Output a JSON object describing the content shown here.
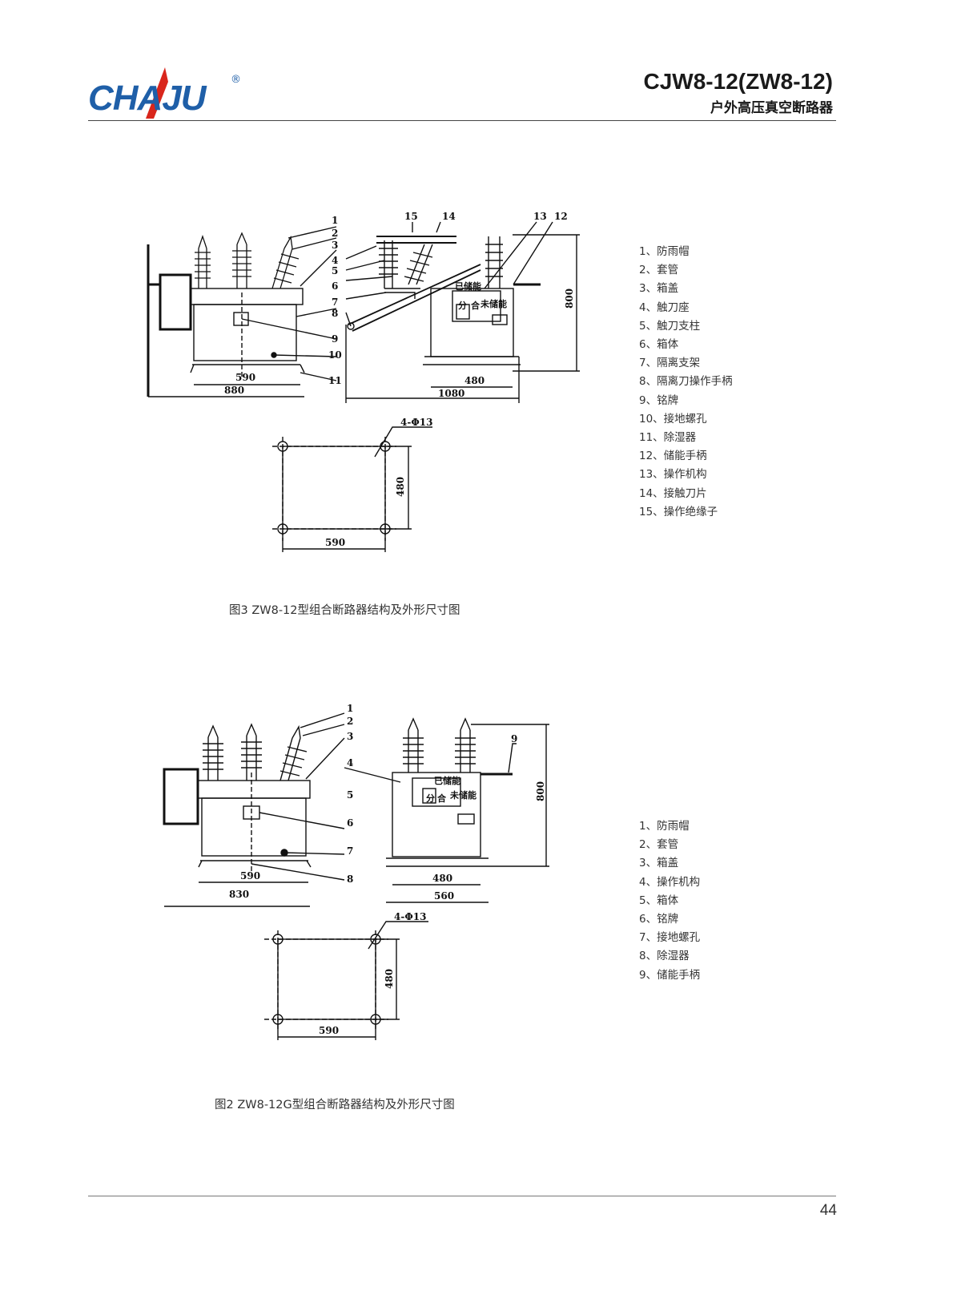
{
  "header": {
    "logo_text": "CHAJU",
    "logo_reg": "®",
    "model": "CJW8-12(ZW8-12)",
    "subtitle": "户外高压真空断路器"
  },
  "figure3": {
    "caption": "图3   ZW8-12型组合断路器结构及外形尺寸图",
    "dims": {
      "d880": "880",
      "d590": "590",
      "d1080": "1080",
      "d480": "480",
      "d800": "800",
      "hole": "4-Φ13",
      "base480": "480",
      "base590": "590"
    },
    "callouts": [
      "1",
      "2",
      "3",
      "4",
      "5",
      "6",
      "7",
      "8",
      "9",
      "10",
      "11",
      "12",
      "13",
      "14",
      "15"
    ],
    "panel": {
      "stored": "已储能",
      "open": "分",
      "close": "合",
      "not_stored": "未储能"
    },
    "legend": [
      "1、防雨帽",
      "2、套管",
      "3、箱盖",
      "4、触刀座",
      "5、触刀支柱",
      "6、箱体",
      "7、隔离支架",
      "8、隔离刀操作手柄",
      "9、铭牌",
      "10、接地螺孔",
      "11、除湿器",
      "12、储能手柄",
      "13、操作机构",
      "14、接触刀片",
      "15、操作绝缘子"
    ]
  },
  "figure2": {
    "caption": "图2   ZW8-12G型组合断路器结构及外形尺寸图",
    "dims": {
      "d830": "830",
      "d590": "590",
      "d480": "480",
      "d560": "560",
      "d800": "800",
      "hole": "4-Φ13",
      "base480": "480",
      "base590": "590"
    },
    "callouts": [
      "1",
      "2",
      "3",
      "4",
      "5",
      "6",
      "7",
      "8",
      "9"
    ],
    "panel": {
      "stored": "已储能",
      "open": "分",
      "close": "合",
      "not_stored": "未储能"
    },
    "legend": [
      "1、防雨帽",
      "2、套管",
      "3、箱盖",
      "4、操作机构",
      "5、箱体",
      "6、铭牌",
      "7、接地螺孔",
      "8、除湿器",
      "9、储能手柄"
    ]
  },
  "page_number": "44"
}
